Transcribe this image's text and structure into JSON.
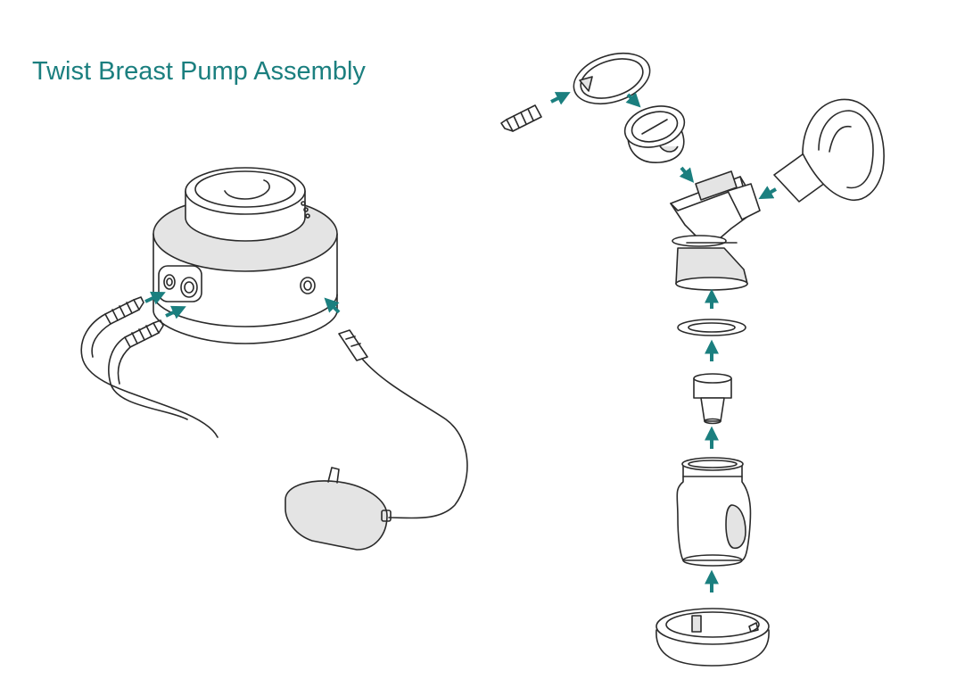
{
  "title": "Twist Breast Pump Assembly",
  "colors": {
    "accent": "#1b7f7f",
    "line": "#2a2a2a",
    "shade": "#e4e4e4"
  },
  "parts": [
    "pump-motor-unit",
    "tube-connector",
    "tube-connector",
    "power-adapter",
    "tube-connector",
    "valve-membrane",
    "duckbill-valve",
    "pump-body",
    "breast-shield",
    "bottle-collar",
    "sealing-ring",
    "valve",
    "bottle",
    "bottle-stand"
  ]
}
